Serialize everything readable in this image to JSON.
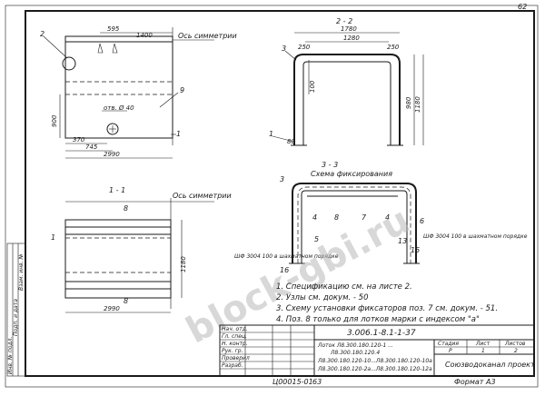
{
  "sheet": {
    "page_number": "62",
    "footer_code": "Ц00015-01",
    "footer_page": "63",
    "format": "Формат А3",
    "watermark": "block-gbi.ru"
  },
  "plan": {
    "axis_label": "Ось симметрии",
    "dims": [
      "595",
      "1400",
      "900",
      "370",
      "745",
      "2990"
    ],
    "hole": "отв. Ø 40",
    "markers": [
      "2",
      "9",
      "1"
    ]
  },
  "section_2_2": {
    "title": "2 - 2",
    "dims": [
      "1780",
      "1280",
      "250",
      "250",
      "100",
      "980",
      "1180",
      "80"
    ],
    "markers": [
      "3",
      "1"
    ]
  },
  "scheme": {
    "title": "3 - 3",
    "subtitle": "Схема фиксирования",
    "markers": [
      "3",
      "4",
      "7",
      "8",
      "4",
      "5",
      "6",
      "13",
      "15",
      "16"
    ],
    "note_left": "ШФ 3004 100 в шахматном порядке",
    "note_right": "ШФ 3004 100 в шахматном порядке"
  },
  "section_1_1": {
    "title": "1 - 1",
    "axis_label": "Ось симметрии",
    "markers": [
      "8",
      "8",
      "1"
    ],
    "dims": [
      "1180",
      "2990"
    ]
  },
  "notes": [
    "1. Спецификацию см. на листе 2.",
    "2. Узлы см. докум. - 50",
    "3. Схему установки фиксаторов поз. 7 см. докум. - 51.",
    "4. Поз. 8 только для лотков марки с индексом \"а\""
  ],
  "side_stamp": [
    "Инв. № подл.",
    "Подп. и дата",
    "Взам. инв. №"
  ],
  "title_block": {
    "designation": "3.006.1-8.1-1-37",
    "product_lines": [
      "Лоток Л8.300.180.120-1 ...",
      "Л8.300.180.120.4",
      "Л8.300.180.120-10...Л8.300.180.120-10а",
      "Л8.300.180.120-2а...Л8.300.180.120-12а"
    ],
    "stage_head": [
      "Стадия",
      "Лист",
      "Листов"
    ],
    "stage_vals": [
      "Р",
      "1",
      "2"
    ],
    "org": "Союзводоканал проект",
    "roles": [
      "Нач. отд.",
      "Гл. спец.",
      "Н. контр.",
      "Рук. гр.",
      "Проверил",
      "Разраб."
    ]
  }
}
